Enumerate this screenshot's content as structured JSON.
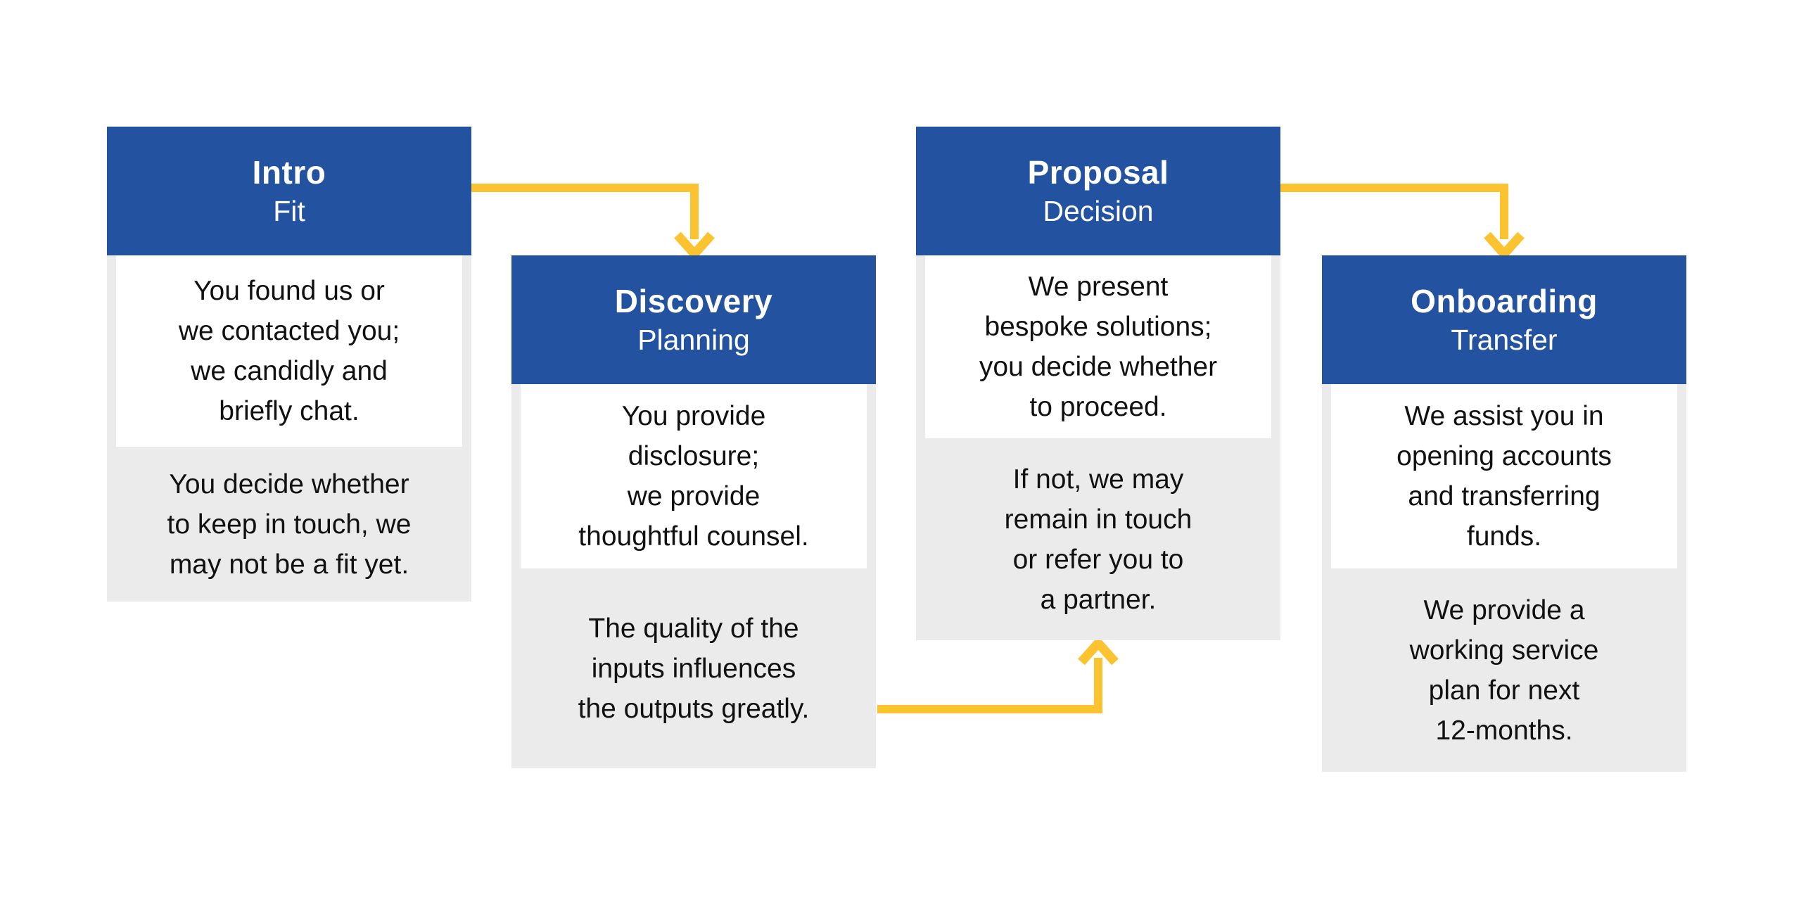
{
  "diagram": {
    "type": "process-flowchart",
    "background": "#ffffff",
    "palette": {
      "header_blue": "#2352A0",
      "arrow_yellow": "#FCC330",
      "panel_gray": "#EBEBEB",
      "panel_white": "#FFFFFF",
      "text_black": "#111111",
      "header_text": "#FFFFFF"
    },
    "stages": [
      {
        "title": "Intro",
        "subtitle": "Fit",
        "primary": "You found us or\nwe contacted you;\nwe candidly and\nbriefly chat.",
        "secondary": "You decide whether\nto keep in touch, we\nmay not be a fit yet."
      },
      {
        "title": "Discovery",
        "subtitle": "Planning",
        "primary": "You provide\ndisclosure;\nwe provide\nthoughtful counsel.",
        "secondary": "The quality of the\ninputs influences\nthe outputs greatly."
      },
      {
        "title": "Proposal",
        "subtitle": "Decision",
        "primary": "We present\nbespoke solutions;\nyou decide whether\nto proceed.",
        "secondary": "If not, we may\nremain in touch\nor refer you to\na partner."
      },
      {
        "title": "Onboarding",
        "subtitle": "Transfer",
        "primary": "We assist you in\nopening accounts\nand transferring\nfunds.",
        "secondary": "We provide a\nworking service\nplan for next\n12-months."
      }
    ],
    "connectors": [
      {
        "from": "Intro",
        "to": "Discovery",
        "shape": "right-then-down"
      },
      {
        "from": "Discovery",
        "to": "Proposal",
        "shape": "right-then-up"
      },
      {
        "from": "Proposal",
        "to": "Onboarding",
        "shape": "right-then-down"
      }
    ]
  }
}
